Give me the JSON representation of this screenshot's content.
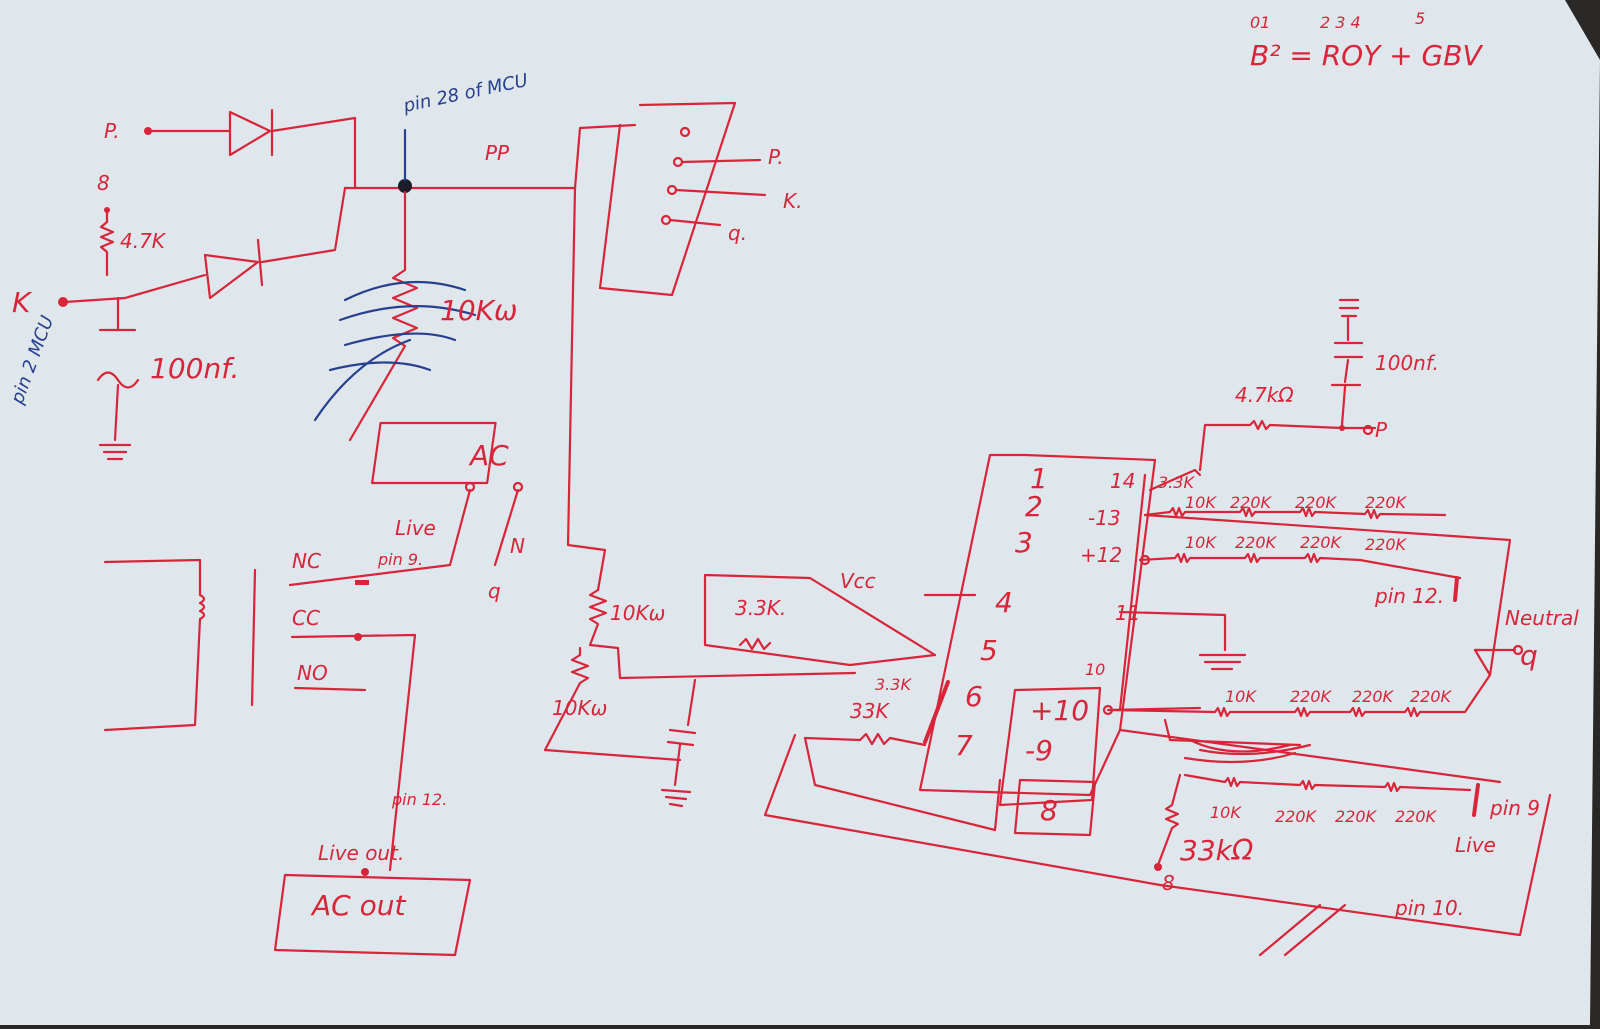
{
  "colors": {
    "paper": "#dfe6ec",
    "ink_red": "#d8253a",
    "ink_blue": "#27408f",
    "background": "#2a2826"
  },
  "header_formula": {
    "text": "B² = ROY + GBV",
    "superscripts": [
      "01",
      "2 3 4",
      "5"
    ]
  },
  "input_section": {
    "label_p": "P.",
    "label_8": "8",
    "resistor_47k": "4.7K",
    "label_k": "K",
    "cap_100nf": "100nf.",
    "pin_mcu_note": "pin 2 MCU",
    "pin28_note": "pin 28 of MCU",
    "node_pp": "PP",
    "scribbled_resistor": "10Kω"
  },
  "connector": {
    "label_p": "P.",
    "label_k": "K.",
    "label_q": "q."
  },
  "relay": {
    "ac_box": "AC",
    "live": "Live",
    "pin9": "pin 9.",
    "neutral_n": "N",
    "neutral_q": "q",
    "nc": "NC",
    "cc": "CC",
    "no": "NO",
    "pin12": "pin 12.",
    "live_out": "Live out.",
    "ac_out": "AC out"
  },
  "divider": {
    "r1": "10Kω",
    "r2": "10Kω"
  },
  "op_amp_ic": {
    "vcc": "Vcc",
    "r_330k": "3.3K.",
    "r_33k_top": "3.3K",
    "r_33k_bottom": "33K",
    "left_pins": [
      "1",
      "2",
      "3",
      "4",
      "5",
      "6",
      "7"
    ],
    "right_pins": [
      "14",
      "-13",
      "+12",
      "11",
      "10",
      "+10",
      "-9",
      "8"
    ]
  },
  "resistor_ladder": {
    "r_47k": "4.7kΩ",
    "cap_100nf": "100nf.",
    "p_label": "P",
    "r_33k_small": "3.3K",
    "row1": [
      "10K",
      "220K",
      "220K",
      "220K"
    ],
    "row2": [
      "10K",
      "220K",
      "220K",
      "220K"
    ],
    "pin12": "pin 12.",
    "neutral": "Neutral",
    "neutral_q": "q",
    "row3": [
      "10K",
      "220K",
      "220K",
      "220K"
    ],
    "row4": [
      "10K",
      "220K",
      "220K",
      "220K"
    ],
    "pin9": "pin 9",
    "live": "Live",
    "r_33k_bottom": "33kΩ",
    "label_8": "8",
    "pin10": "pin 10."
  }
}
